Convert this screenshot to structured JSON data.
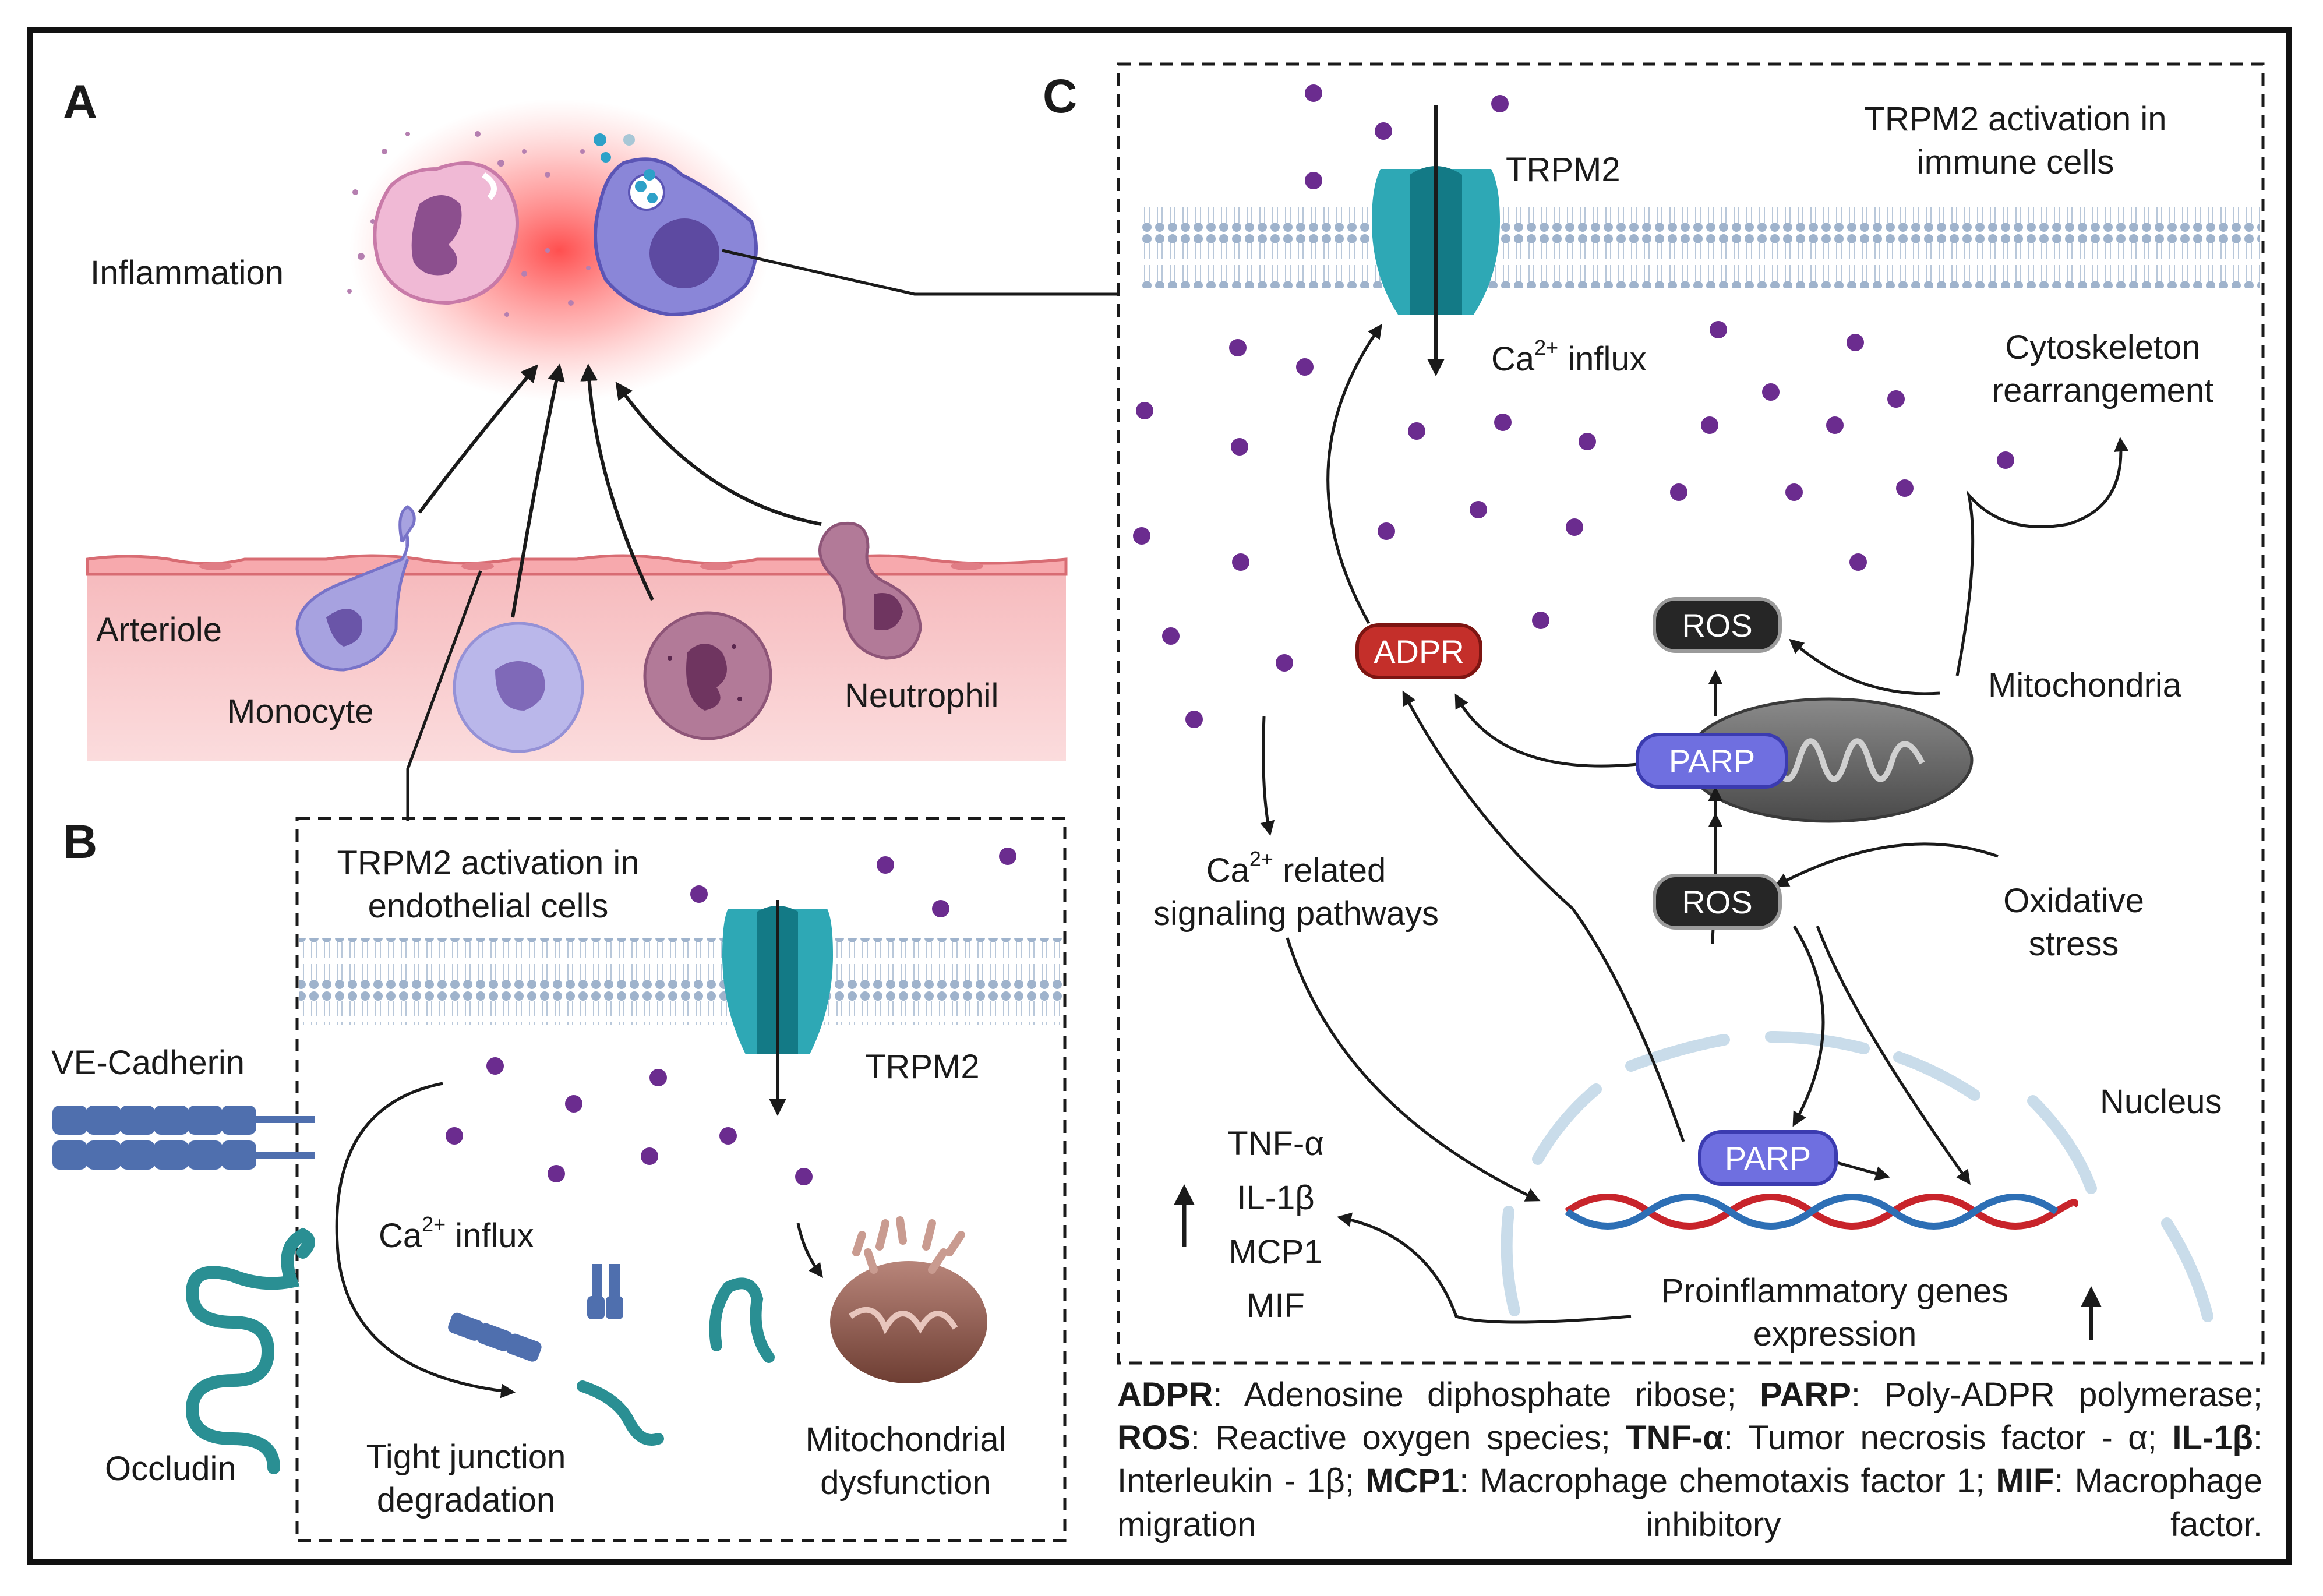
{
  "panels": {
    "a": "A",
    "b": "B",
    "c": "C"
  },
  "panel_a": {
    "inflammation": "Inflammation",
    "arteriole": "Arteriole",
    "monocyte": "Monocyte",
    "neutrophil": "Neutrophil"
  },
  "panel_b": {
    "title_line1": "TRPM2 activation in",
    "title_line2": "endothelial cells",
    "trpm2": "TRPM2",
    "ve_cadherin": "VE-Cadherin",
    "occludin": "Occludin",
    "ca_prefix": "Ca",
    "ca_sup": "2+",
    "ca_suffix": " influx",
    "tight_line1": "Tight junction",
    "tight_line2": "degradation",
    "mito_line1": "Mitochondrial",
    "mito_line2": "dysfunction"
  },
  "panel_c": {
    "title_line1": "TRPM2 activation in",
    "title_line2": "immune cells",
    "trpm2": "TRPM2",
    "ca_prefix": "Ca",
    "ca_sup": "2+",
    "ca_suffix": " influx",
    "cyto_line1": "Cytoskeleton",
    "cyto_line2": "rearrangement",
    "adpr": "ADPR",
    "ros_top": "ROS",
    "ros_bottom": "ROS",
    "parp_mito": "PARP",
    "parp_nucleus": "PARP",
    "mitochondria": "Mitochondria",
    "oxidative_line1": "Oxidative",
    "oxidative_line2": "stress",
    "signal_prefix": "Ca",
    "signal_sup": "2+",
    "signal_suffix": " related",
    "signal_line2": "signaling pathways",
    "nucleus": "Nucleus",
    "cytokines": [
      "TNF-α",
      "IL-1β",
      "MCP1",
      "MIF"
    ],
    "genes_line1": "Proinflammatory genes",
    "genes_line2": "expression"
  },
  "legend": {
    "terms": [
      {
        "abbr": "ADPR",
        "sep": ": ",
        "full": "Adenosine diphosphate ribose; "
      },
      {
        "abbr": "PARP",
        "sep": ": ",
        "full": "Poly-ADPR polymerase; "
      },
      {
        "abbr": "ROS",
        "sep": ": ",
        "full": "Reactive oxygen species; "
      },
      {
        "abbr": "TNF-α",
        "sep": ": ",
        "full": "Tumor necrosis factor - α; "
      },
      {
        "abbr": "IL-1β",
        "sep": ": ",
        "full": "Interleukin - 1β; "
      },
      {
        "abbr": "MCP1",
        "sep": ": ",
        "full": "Macrophage chemotaxis factor 1; "
      },
      {
        "abbr": "MIF",
        "sep": ": ",
        "full": "Macrophage migration inhibitory factor."
      }
    ]
  },
  "colors": {
    "trpm2_teal": "#2ea8b5",
    "ion_purple": "#6b2c8f",
    "membrane_blue": "#9fb3cc",
    "adpr_red": "#c42f2a",
    "parp_violet": "#6f6fe0",
    "ros_black": "#262626",
    "inflammation_red": "#ff4b4b",
    "vessel_pink": "#f9cfd0",
    "dna_red": "#c8242b",
    "dna_blue": "#2d6fb5"
  }
}
